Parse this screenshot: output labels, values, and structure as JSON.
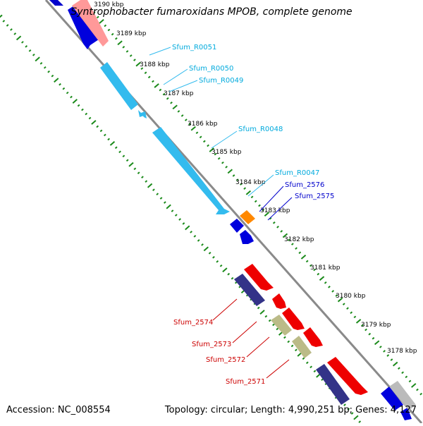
{
  "header": {
    "title": "Syntrophobacter fumaroxidans MPOB, complete genome"
  },
  "footer": {
    "accession": "Accession: NC_008554",
    "summary": "Topology: circular; Length: 4,990,251 bp; Genes: 4,127"
  },
  "colors": {
    "backbone": "#808080",
    "tick_outer": "#1a8a1a",
    "tick_inner": "#1a8a1a",
    "rna_gene": "#33bbee",
    "forward_cds": "#0000dd",
    "reverse_cds": "#ee0000",
    "purple_cds": "#333388",
    "olive_cds": "#bbbb88",
    "orange_cds": "#ff8800",
    "pink_cds": "#ff9999",
    "grey_cds": "#bbbbbb",
    "label_blue": "#00aadd",
    "label_darkblue": "#0000cc",
    "label_red": "#cc0000"
  },
  "ruler": {
    "ticks": [
      {
        "label": "3190 kbp",
        "value": 3190
      },
      {
        "label": "3189 kbp",
        "value": 3189
      },
      {
        "label": "3188 kbp",
        "value": 3188
      },
      {
        "label": "3187 kbp",
        "value": 3187
      },
      {
        "label": "3186 kbp",
        "value": 3186
      },
      {
        "label": "3185 kbp",
        "value": 3185
      },
      {
        "label": "3184 kbp",
        "value": 3184
      },
      {
        "label": "3183 kbp",
        "value": 3183
      },
      {
        "label": "3182 kbp",
        "value": 3182
      },
      {
        "label": "3181 kbp",
        "value": 3181
      },
      {
        "label": "3180 kbp",
        "value": 3180
      },
      {
        "label": "3179 kbp",
        "value": 3179
      },
      {
        "label": "3178 kbp",
        "value": 3178
      }
    ]
  },
  "gene_labels": {
    "r0051": "Sfum_R0051",
    "r0050": "Sfum_R0050",
    "r0049": "Sfum_R0049",
    "r0048": "Sfum_R0048",
    "r0047": "Sfum_R0047",
    "s2576": "Sfum_2576",
    "s2575": "Sfum_2575",
    "s2574": "Sfum_2574",
    "s2573": "Sfum_2573",
    "s2572": "Sfum_2572",
    "s2571": "Sfum_2571"
  }
}
